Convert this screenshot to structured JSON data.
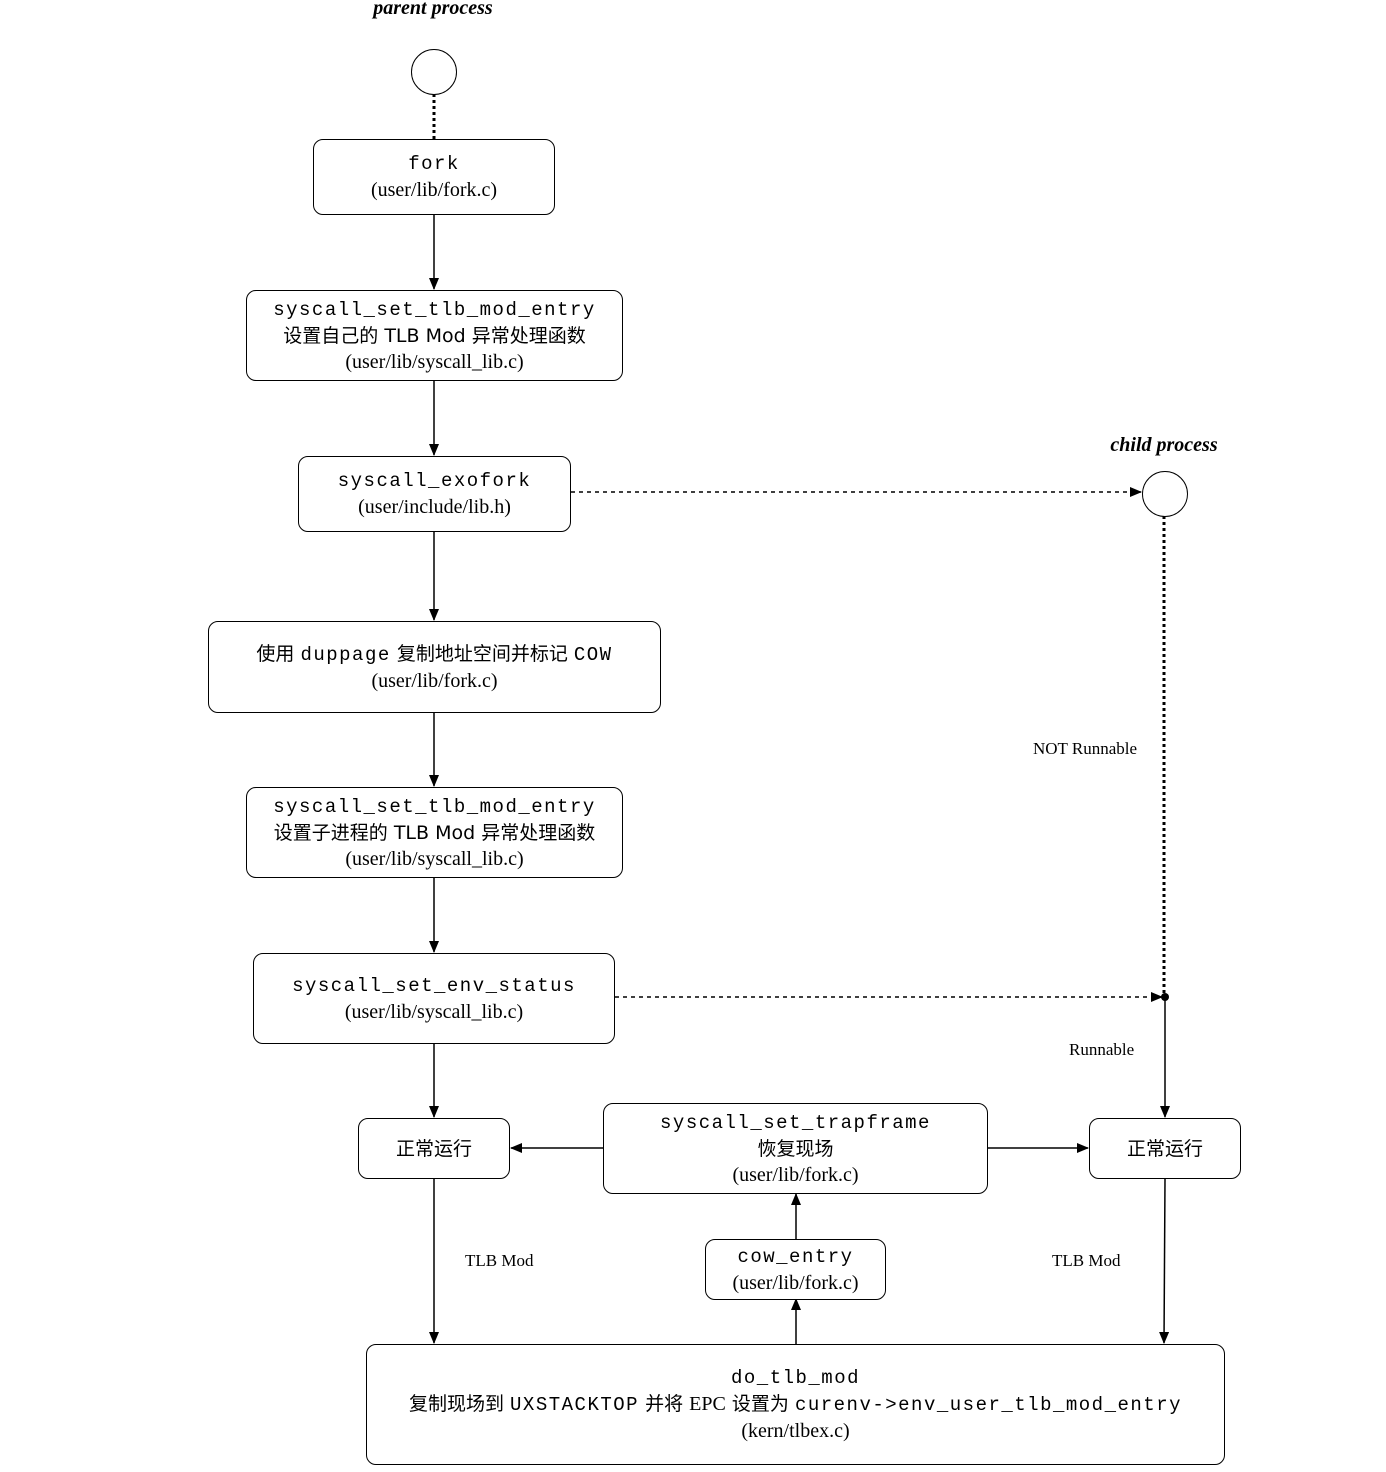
{
  "titles": {
    "parent": "parent process",
    "child": "child process"
  },
  "boxes": {
    "fork": {
      "code": "fork",
      "path": "(user/lib/fork.c)"
    },
    "set_tlb_self": {
      "code": "syscall_set_tlb_mod_entry",
      "desc": "设置自己的  TLB Mod  异常处理函数",
      "path": "(user/lib/syscall_lib.c)"
    },
    "exofork": {
      "code": "syscall_exofork",
      "path": "(user/include/lib.h)"
    },
    "duppage": {
      "pre": "使用 ",
      "code": "duppage",
      "mid": " 复制地址空间并标记 ",
      "code2": "COW",
      "path": "(user/lib/fork.c)"
    },
    "set_tlb_child": {
      "code": "syscall_set_tlb_mod_entry",
      "desc": "设置子进程的 TLB Mod 异常处理函数",
      "path": "(user/lib/syscall_lib.c)"
    },
    "set_status": {
      "code": "syscall_set_env_status",
      "path": "(user/lib/syscall_lib.c)"
    },
    "run_parent": {
      "text": "正常运行"
    },
    "trapframe": {
      "code": "syscall_set_trapframe",
      "desc": "恢复现场",
      "path": "(user/lib/fork.c)"
    },
    "run_child": {
      "text": "正常运行"
    },
    "cow_entry": {
      "code": "cow_entry",
      "path": "(user/lib/fork.c)"
    },
    "do_tlb_mod": {
      "code": "do_tlb_mod",
      "pre": "复制现场到 ",
      "code2": "UXSTACKTOP",
      "mid": " 并将 ",
      "serif": "EPC",
      "mid2": " 设置为 ",
      "code3": "curenv->env_user_tlb_mod_entry",
      "path": "(kern/tlbex.c)"
    }
  },
  "labels": {
    "not_runnable": "NOT Runnable",
    "runnable": "Runnable",
    "tlb_mod_left": "TLB Mod",
    "tlb_mod_right": "TLB Mod"
  }
}
